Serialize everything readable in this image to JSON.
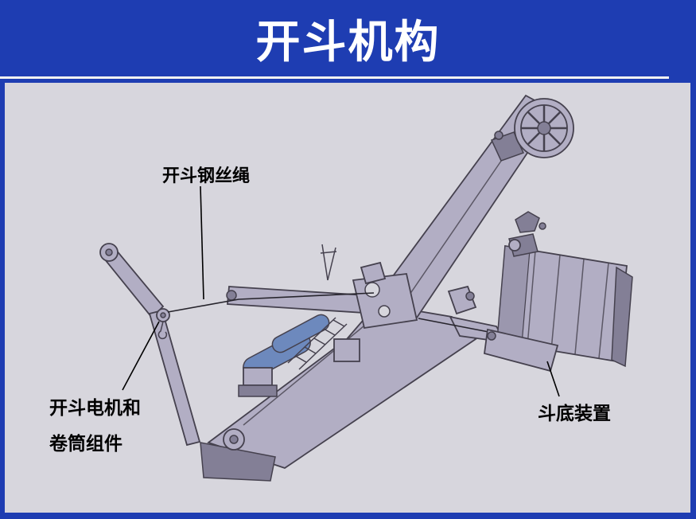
{
  "slide": {
    "title": "开斗机构",
    "labels": {
      "wire_rope": "开斗钢丝绳",
      "motor_line1": "开斗电机和",
      "motor_line2": "卷筒组件",
      "bucket_bottom": "斗底装置"
    },
    "diagram_parts": [
      "head-pulley-wheel",
      "boom",
      "saddle-mount",
      "horizontal-beam",
      "machine-body",
      "base-bracket",
      "deck-machinery",
      "opening-arm",
      "wire-rope-line",
      "bucket-arm",
      "bucket",
      "bucket-door"
    ],
    "colors": {
      "background": "#1e3db2",
      "canvas": "#d7d6dd",
      "machine_fill": "#b2aec4",
      "machine_mid": "#9b97ae",
      "machine_dark": "#837f96",
      "outline": "#45414e",
      "cylinder_blue": "#6d89bd",
      "title": "#ffffff",
      "label": "#000000",
      "separator": "#f2f2f2"
    }
  }
}
